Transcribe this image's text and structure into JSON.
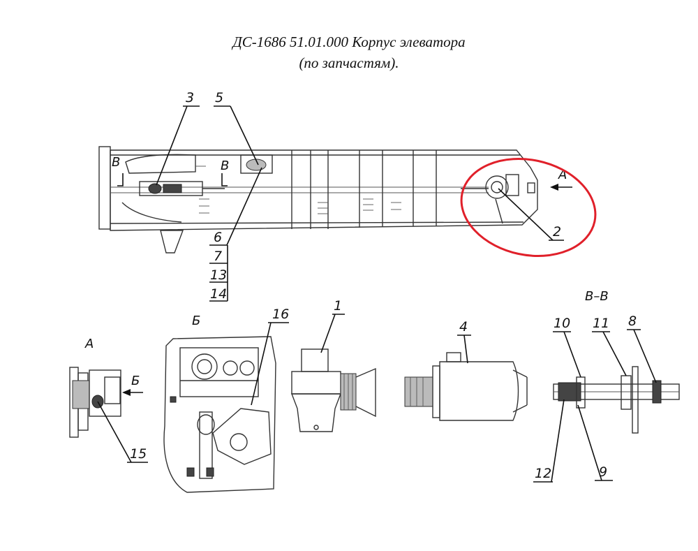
{
  "title": {
    "line1": "ДС-1686 51.01.000 Корпус элеватора",
    "line2": "(по запчастям)."
  },
  "views": {
    "a": "А",
    "b": "Б",
    "v_section": "В–В",
    "a_arrow": "А",
    "b_arrow": "Б",
    "v_left": "В",
    "v_right": "В"
  },
  "callouts": {
    "c1": "1",
    "c2": "2",
    "c3": "3",
    "c4": "4",
    "c5": "5",
    "c6": "6",
    "c7": "7",
    "c8": "8",
    "c9": "9",
    "c10": "10",
    "c11": "11",
    "c12": "12",
    "c13": "13",
    "c14": "14",
    "c15": "15",
    "c16": "16"
  },
  "highlight_color": "#e0202a"
}
